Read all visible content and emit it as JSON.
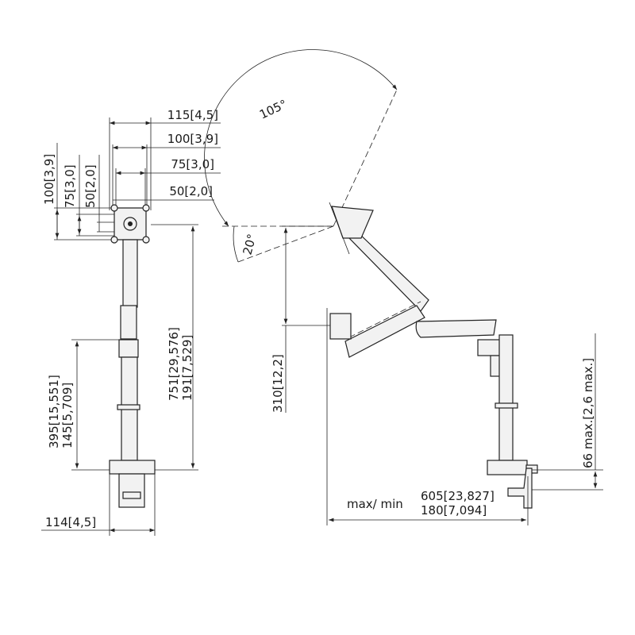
{
  "front_view": {
    "dims": {
      "width_115": "115[4,5]",
      "width_100": "100[3,9]",
      "width_75": "75[3,0]",
      "width_50": "50[2,0]",
      "height_100": "100[3,9]",
      "height_75": "75[3,0]",
      "height_50": "50[2,0]",
      "height_max": "751[29,576]",
      "height_min": "191[7,529]",
      "pole_max": "395[15,551]",
      "pole_min": "145[5,709]",
      "base_width": "114[4,5]"
    }
  },
  "side_view": {
    "dims": {
      "tilt_range": "105°",
      "tilt_up": "20°",
      "offset": "310[12,2]",
      "desk_thickness": "66 max.[2,6 max.]",
      "reach_label": "max/ min",
      "reach_max": "605[23,827]",
      "reach_min": "180[7,094]"
    }
  }
}
